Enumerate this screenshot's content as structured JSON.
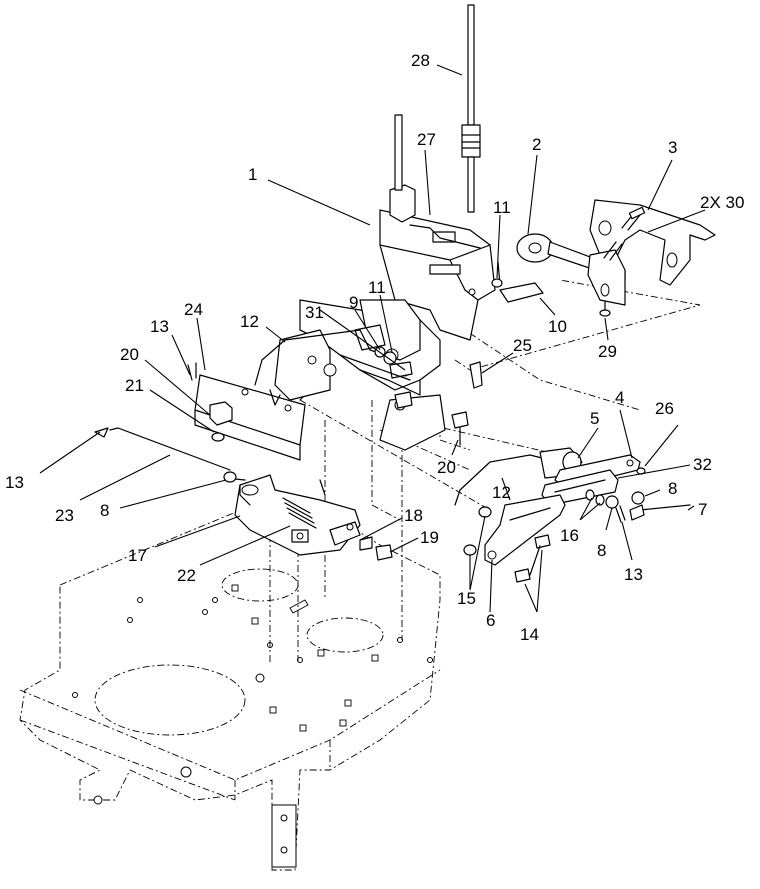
{
  "callouts": [
    {
      "id": "c1",
      "text": "1"
    },
    {
      "id": "c2",
      "text": "2"
    },
    {
      "id": "c3",
      "text": "3"
    },
    {
      "id": "c2x30",
      "text": "2X 30"
    },
    {
      "id": "c27",
      "text": "27"
    },
    {
      "id": "c28",
      "text": "28"
    },
    {
      "id": "c11a",
      "text": "11"
    },
    {
      "id": "c11b",
      "text": "11"
    },
    {
      "id": "c10",
      "text": "10"
    },
    {
      "id": "c29",
      "text": "29"
    },
    {
      "id": "c24",
      "text": "24"
    },
    {
      "id": "c13a",
      "text": "13"
    },
    {
      "id": "c12a",
      "text": "12"
    },
    {
      "id": "c31",
      "text": "31"
    },
    {
      "id": "c9",
      "text": "9"
    },
    {
      "id": "c25",
      "text": "25"
    },
    {
      "id": "c20a",
      "text": "20"
    },
    {
      "id": "c21",
      "text": "21"
    },
    {
      "id": "c20b",
      "text": "20"
    },
    {
      "id": "c13b",
      "text": "13"
    },
    {
      "id": "c23",
      "text": "23"
    },
    {
      "id": "c4",
      "text": "4"
    },
    {
      "id": "c5",
      "text": "5"
    },
    {
      "id": "c26",
      "text": "26"
    },
    {
      "id": "c32",
      "text": "32"
    },
    {
      "id": "c12b",
      "text": "12"
    },
    {
      "id": "c8a",
      "text": "8"
    },
    {
      "id": "c7",
      "text": "7"
    },
    {
      "id": "c16",
      "text": "16"
    },
    {
      "id": "c8b",
      "text": "8"
    },
    {
      "id": "c13c",
      "text": "13"
    },
    {
      "id": "c8c",
      "text": "8"
    },
    {
      "id": "c17",
      "text": "17"
    },
    {
      "id": "c18",
      "text": "18"
    },
    {
      "id": "c19",
      "text": "19"
    },
    {
      "id": "c22",
      "text": "22"
    },
    {
      "id": "c15",
      "text": "15"
    },
    {
      "id": "c6",
      "text": "6"
    },
    {
      "id": "c14",
      "text": "14"
    }
  ]
}
